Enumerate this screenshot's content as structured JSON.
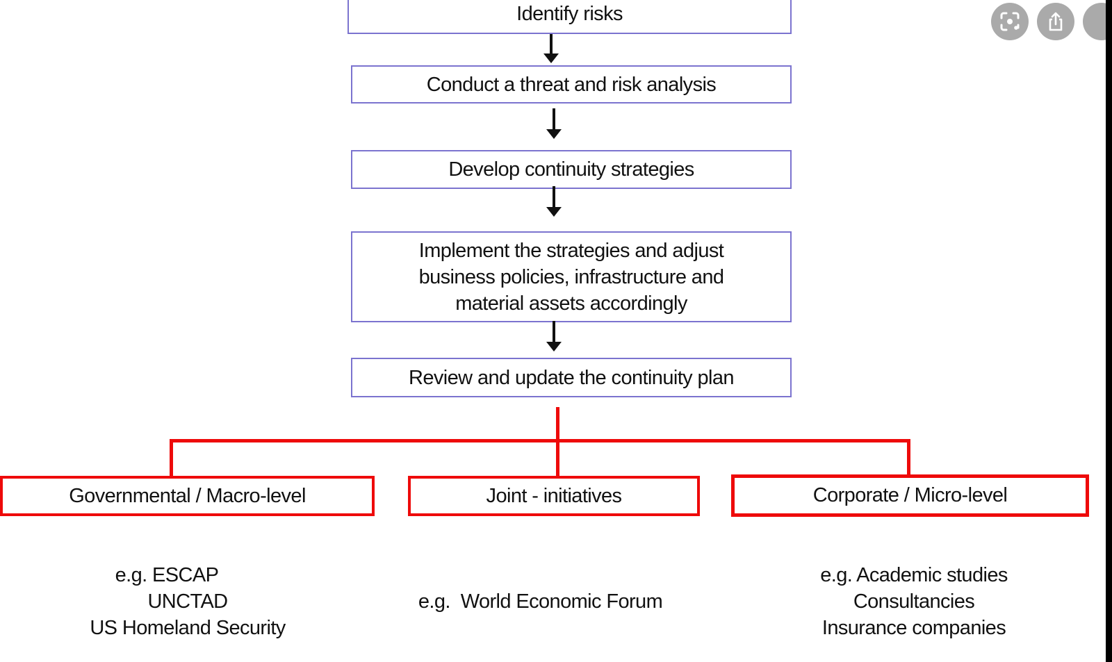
{
  "flowchart": {
    "steps": [
      {
        "label": "Identify risks"
      },
      {
        "label": "Conduct a threat and risk analysis"
      },
      {
        "label": "Develop continuity strategies"
      },
      {
        "label": "Implement the strategies and adjust business policies, infrastructure and material assets accordingly",
        "lines": [
          "Implement the strategies and adjust",
          "business policies, infrastructure and",
          "material assets accordingly"
        ]
      },
      {
        "label": "Review and update the continuity plan"
      }
    ],
    "levels": [
      {
        "label": "Governmental / Macro-level",
        "examples": [
          "e.g. ESCAP",
          "UNCTAD",
          "US Homeland Security"
        ]
      },
      {
        "label": "Joint - initiatives",
        "examples": [
          "e.g.  World Economic Forum"
        ]
      },
      {
        "label": "Corporate / Micro-level",
        "examples": [
          "e.g. Academic studies",
          "Consultancies",
          "Insurance companies"
        ]
      }
    ],
    "colors": {
      "step_border": "#7b73cf",
      "level_border": "#ee0a0a",
      "arrow": "#111111"
    }
  },
  "overlay_buttons": [
    {
      "icon": "visual-search-icon"
    },
    {
      "icon": "share-icon"
    }
  ]
}
